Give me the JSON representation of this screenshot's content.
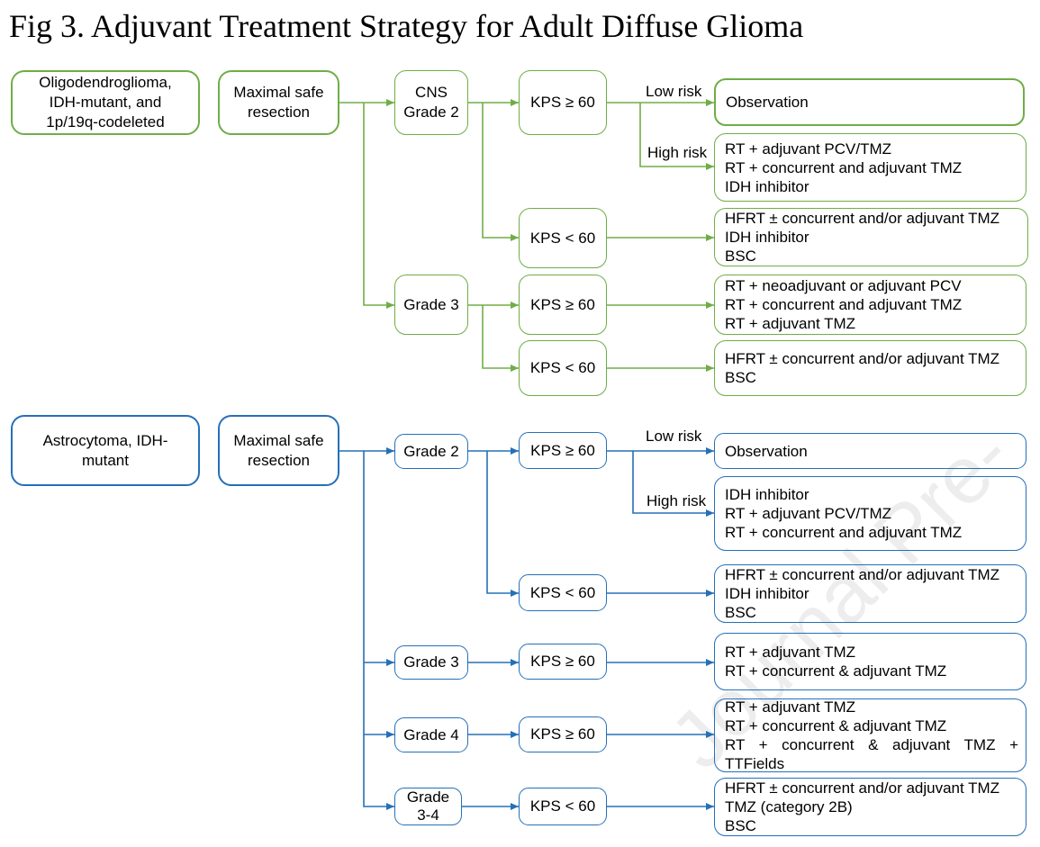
{
  "title": "Fig 3. Adjuvant Treatment Strategy for Adult Diffuse Glioma",
  "watermark": "Journal Pre-",
  "colors": {
    "oligodendroglioma_branch": "#70ad47",
    "astrocytoma_branch": "#2570b8"
  },
  "oligodendroglioma": {
    "diagnosis": [
      "Oligodendroglioma,",
      "IDH-mutant, and",
      "1p/19q-codeleted"
    ],
    "surgery": [
      "Maximal safe",
      "resection"
    ],
    "grade2": {
      "label": [
        "CNS",
        "Grade 2"
      ],
      "kps_high": {
        "label": "KPS ≥ 60",
        "low_risk": {
          "label": "Low risk",
          "treatments": [
            "Observation"
          ]
        },
        "high_risk": {
          "label": "High risk",
          "treatments": [
            "RT + adjuvant PCV/TMZ",
            "RT + concurrent and adjuvant TMZ",
            "IDH inhibitor"
          ]
        }
      },
      "kps_low": {
        "label": "KPS < 60",
        "treatments": [
          "HFRT ± concurrent and/or adjuvant TMZ",
          "IDH inhibitor",
          "BSC"
        ]
      }
    },
    "grade3": {
      "label": [
        "Grade 3"
      ],
      "kps_high": {
        "label": "KPS ≥ 60",
        "treatments": [
          "RT + neoadjuvant or adjuvant PCV",
          "RT + concurrent and adjuvant TMZ",
          "RT + adjuvant TMZ"
        ]
      },
      "kps_low": {
        "label": "KPS < 60",
        "treatments": [
          "HFRT ± concurrent and/or adjuvant TMZ",
          "BSC"
        ]
      }
    }
  },
  "astrocytoma": {
    "diagnosis": [
      "Astrocytoma, IDH-",
      "mutant"
    ],
    "surgery": [
      "Maximal safe",
      "resection"
    ],
    "grade2": {
      "label": [
        "Grade 2"
      ],
      "kps_high": {
        "label": "KPS ≥ 60",
        "low_risk": {
          "label": "Low risk",
          "treatments": [
            "Observation"
          ]
        },
        "high_risk": {
          "label": "High risk",
          "treatments": [
            "IDH inhibitor",
            "RT + adjuvant PCV/TMZ",
            "RT + concurrent and adjuvant TMZ"
          ]
        }
      },
      "kps_low": {
        "label": "KPS < 60",
        "treatments": [
          "HFRT ± concurrent and/or adjuvant TMZ",
          "IDH inhibitor",
          "BSC"
        ]
      }
    },
    "grade3": {
      "label": [
        "Grade 3"
      ],
      "kps_high": {
        "label": "KPS ≥ 60",
        "treatments": [
          "RT + adjuvant TMZ",
          "RT + concurrent & adjuvant TMZ"
        ]
      }
    },
    "grade4": {
      "label": [
        "Grade 4"
      ],
      "kps_high": {
        "label": "KPS ≥ 60",
        "treatments": [
          "RT + adjuvant TMZ",
          "RT + concurrent & adjuvant TMZ",
          "RT + concurrent & adjuvant TMZ + TTFields"
        ]
      }
    },
    "grade3_4": {
      "label": [
        "Grade",
        "3-4"
      ],
      "kps_low": {
        "label": "KPS < 60",
        "treatments": [
          "HFRT ± concurrent and/or adjuvant TMZ",
          "TMZ (category 2B)",
          "BSC"
        ]
      }
    }
  }
}
